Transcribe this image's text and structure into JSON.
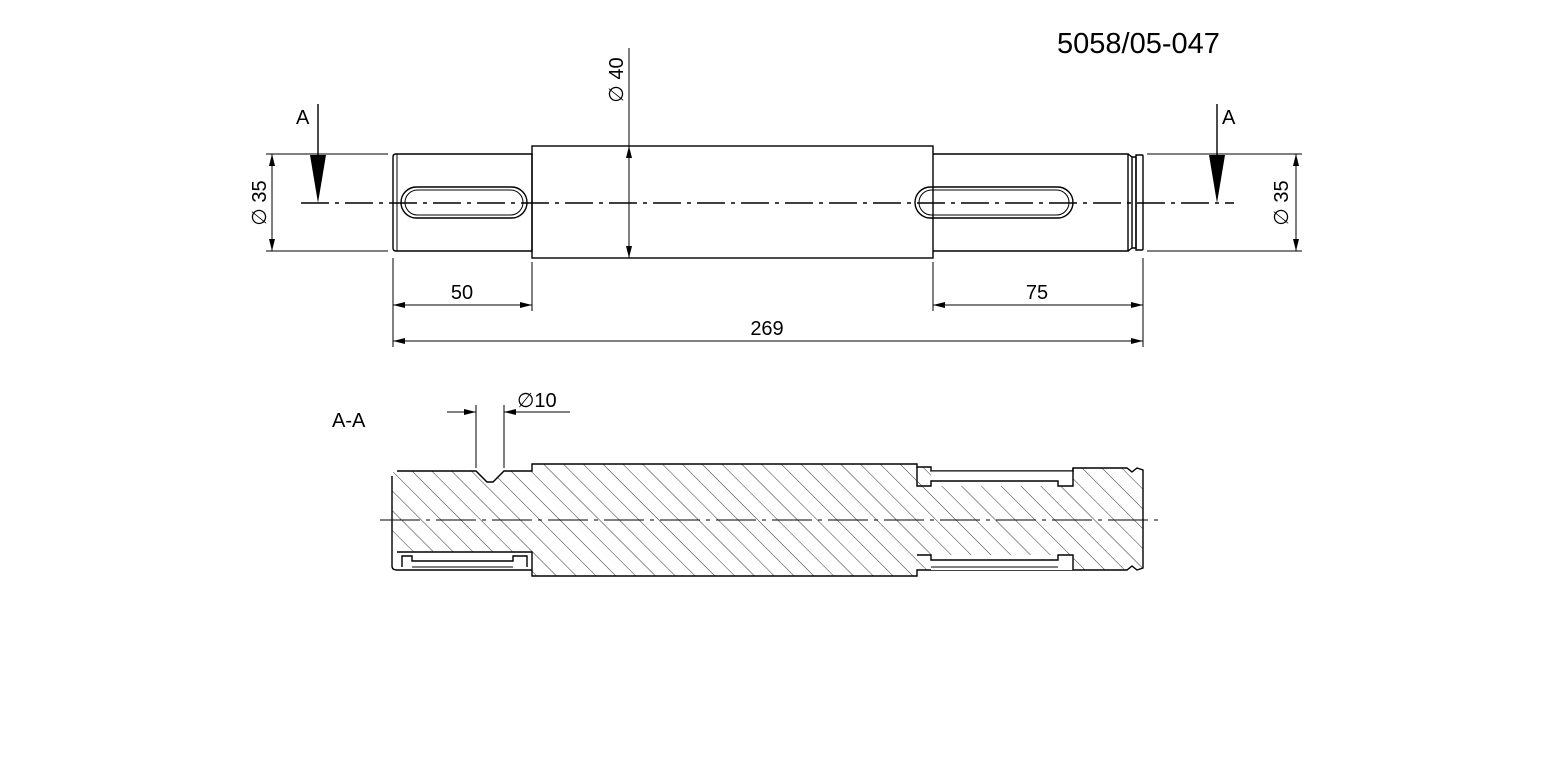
{
  "drawing_number": "5058/05-047",
  "section_marker": "A",
  "section_title": "A-A",
  "dimensions": {
    "dia_left": "35",
    "dia_right": "35",
    "dia_middle": "40",
    "hole_dia": "10",
    "left_length": "50",
    "right_length": "75",
    "total_length": "269"
  },
  "diameter_symbol": "∅",
  "colors": {
    "line": "#000000",
    "background": "#ffffff"
  }
}
